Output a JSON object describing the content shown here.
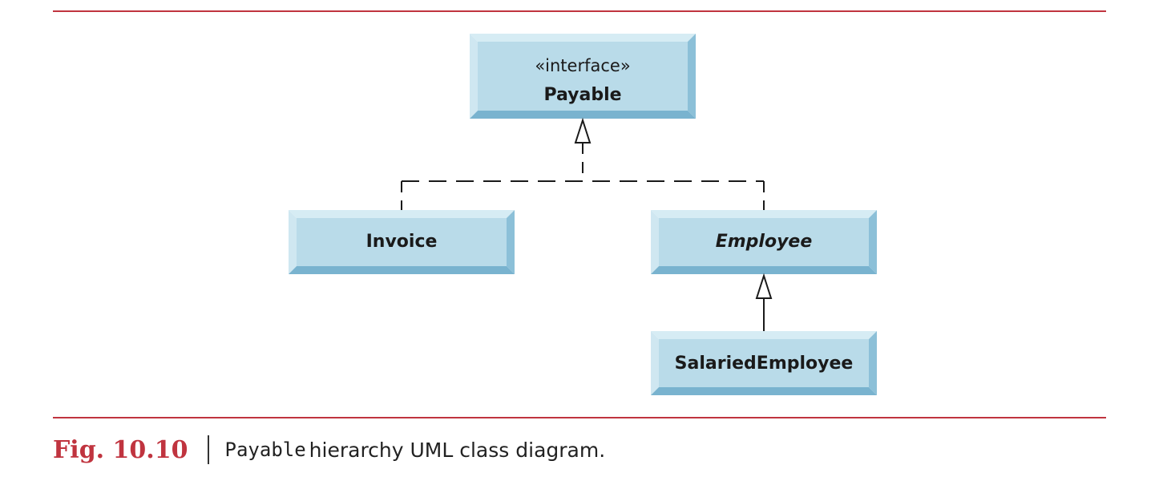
{
  "diagram": {
    "classes": {
      "payable": {
        "stereotype": "«interface»",
        "name": "Payable"
      },
      "invoice": {
        "name": "Invoice"
      },
      "employee": {
        "name": "Employee"
      },
      "salaried_employee": {
        "name": "SalariedEmployee"
      }
    },
    "relations": [
      {
        "from": "Invoice",
        "to": "Payable",
        "type": "realization"
      },
      {
        "from": "Employee",
        "to": "Payable",
        "type": "realization"
      },
      {
        "from": "SalariedEmployee",
        "to": "Employee",
        "type": "generalization"
      }
    ],
    "colors": {
      "box_face": "#b9dbe9",
      "box_light": "#d6ecf4",
      "box_dark": "#79b3cf",
      "accent": "#c0343f"
    }
  },
  "caption": {
    "label": "Fig. 10.10",
    "code": "Payable",
    "text": "hierarchy UML class diagram."
  }
}
